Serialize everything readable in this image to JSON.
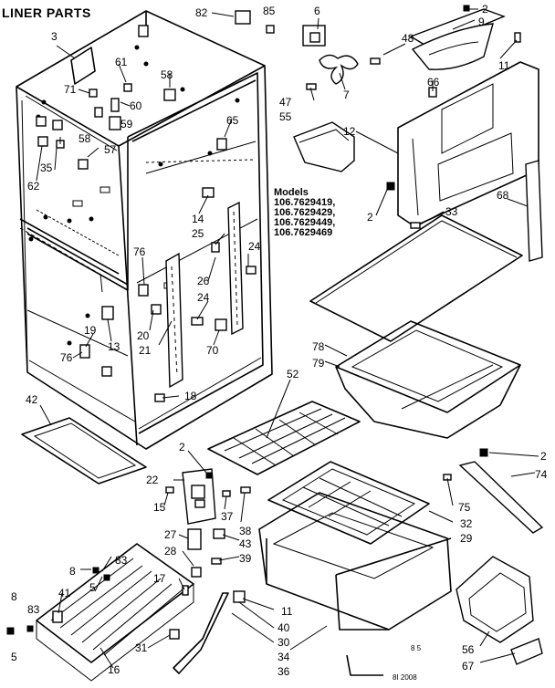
{
  "title": "LINER PARTS",
  "models": {
    "heading": "Models",
    "list": [
      "106.7629419,",
      "106.7629429,",
      "106.7629449,",
      "106.7629469"
    ]
  },
  "callouts": {
    "c3": "3",
    "c82": "82",
    "c85": "85",
    "c6": "6",
    "c2a": "2",
    "c9": "9",
    "c48": "48",
    "c11a": "11",
    "c61": "61",
    "c71": "71",
    "c58a": "58",
    "c60": "60",
    "c59": "59",
    "c58b": "58",
    "c65": "65",
    "c7": "7",
    "c47": "47",
    "c55": "55",
    "c66": "66",
    "c12": "12",
    "c57": "57",
    "c35": "35",
    "c62": "62",
    "c2b": "2",
    "c33": "33",
    "c68": "68",
    "c14": "14",
    "c25": "25",
    "c24a": "24",
    "c76a": "76",
    "c26": "26",
    "c24b": "24",
    "c20": "20",
    "c21": "21",
    "c13": "13",
    "c70": "70",
    "c19": "19",
    "c76b": "76",
    "c18": "18",
    "c78": "78",
    "c79": "79",
    "c52": "52",
    "c42": "42",
    "c2c": "2",
    "c22": "22",
    "c15": "15",
    "c37": "37",
    "c38": "38",
    "c27": "27",
    "c43": "43",
    "c28": "28",
    "c39": "39",
    "c2d": "2",
    "c74": "74",
    "c75": "75",
    "c32": "32",
    "c29": "29",
    "c8a": "8",
    "c83a": "83",
    "c5a": "5",
    "c17": "17",
    "c8b": "8",
    "c83b": "83",
    "c41": "41",
    "c11b": "11",
    "c40": "40",
    "c30": "30",
    "c31": "31",
    "c16": "16",
    "c5b": "5",
    "c34": "34",
    "c36": "36",
    "c56": "56",
    "c67": "67"
  },
  "footer_code": "8I 2008",
  "footer_mark": "8 5"
}
